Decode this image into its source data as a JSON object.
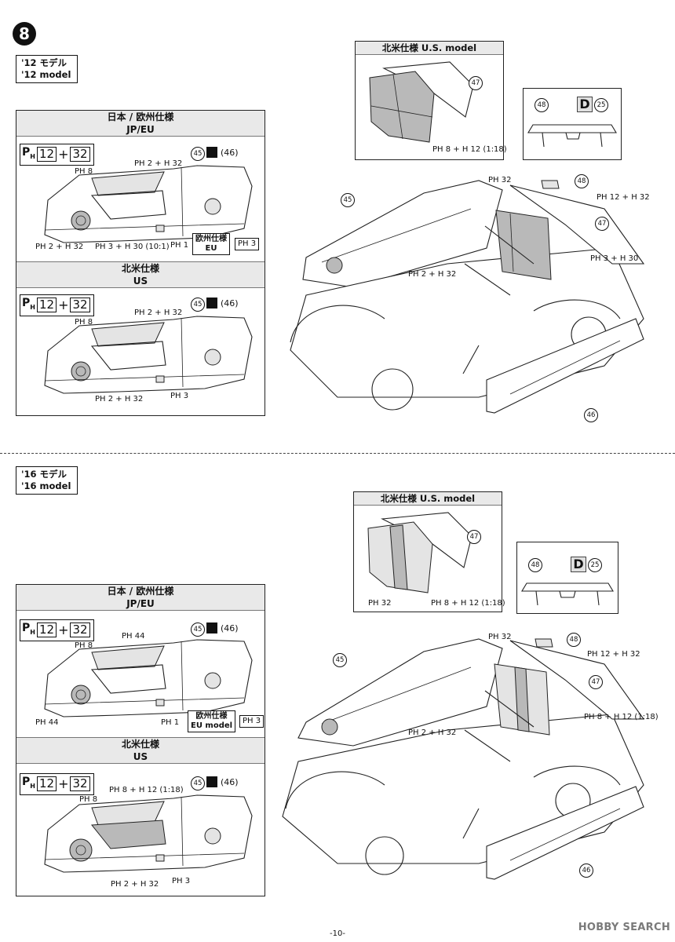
{
  "step": {
    "number": "8"
  },
  "sections": [
    {
      "model_tag": {
        "line1": "'12 モデル",
        "line2": "'12 model"
      },
      "door_panel": {
        "header_jp": "日本 / 欧州仕様",
        "header_en": "JP/EU",
        "paint_spec": {
          "a": "12",
          "b": "32"
        },
        "part_left": "45",
        "part_right": "(46)",
        "labels": [
          "PH 8",
          "PH 2 + H 32",
          "PH 2 + H 32",
          "PH 3 + H 30 (10:1)",
          "PH 1"
        ],
        "eu_box": {
          "line1": "欧州仕様",
          "line2": "EU"
        },
        "eu_ph": "PH 3",
        "us_header_jp": "北米仕様",
        "us_header_en": "US",
        "us_paint_spec": {
          "a": "12",
          "b": "32"
        },
        "us_part_left": "45",
        "us_part_right": "(46)",
        "us_labels": [
          "PH 8",
          "PH 2 + H 32",
          "PH 2 + H 32",
          "PH 3"
        ]
      },
      "us_model_panel": {
        "header": "北米仕様 U.S. model",
        "part": "47",
        "label": "PH 8 + H 12 (1:18)"
      },
      "spoiler_panel": {
        "part": "48",
        "d_label": "D",
        "d_part": "25"
      },
      "main_labels": [
        "PH 32",
        "48",
        "PH 12 + H 32",
        "47",
        "PH 3 + H 30",
        "PH 2 + H 32",
        "45",
        "46"
      ]
    },
    {
      "model_tag": {
        "line1": "'16 モデル",
        "line2": "'16 model"
      },
      "door_panel": {
        "header_jp": "日本 / 欧州仕様",
        "header_en": "JP/EU",
        "paint_spec": {
          "a": "12",
          "b": "32"
        },
        "part_left": "45",
        "part_right": "(46)",
        "labels": [
          "PH 8",
          "PH 44",
          "PH 44",
          "PH 1"
        ],
        "eu_box": {
          "line1": "欧州仕様",
          "line2": "EU model"
        },
        "eu_ph": "PH 3",
        "us_header_jp": "北米仕様",
        "us_header_en": "US",
        "us_paint_spec": {
          "a": "12",
          "b": "32"
        },
        "us_part_left": "45",
        "us_part_right": "(46)",
        "us_labels": [
          "PH 8",
          "PH 8 + H 12 (1:18)",
          "PH 2 + H 32",
          "PH 3"
        ]
      },
      "us_model_panel": {
        "header": "北米仕様 U.S. model",
        "part": "47",
        "label_a": "PH 32",
        "label_b": "PH 8 + H 12 (1:18)"
      },
      "spoiler_panel": {
        "part": "48",
        "d_label": "D",
        "d_part": "25"
      },
      "main_labels": [
        "PH 32",
        "48",
        "PH 12 + H 32",
        "47",
        "PH 8 + H 12 (1:18)",
        "PH 2 + H 32",
        "45",
        "46"
      ]
    }
  ],
  "footer": {
    "page": "-10-"
  },
  "watermark": {
    "text": "HOBBY SEARCH"
  }
}
